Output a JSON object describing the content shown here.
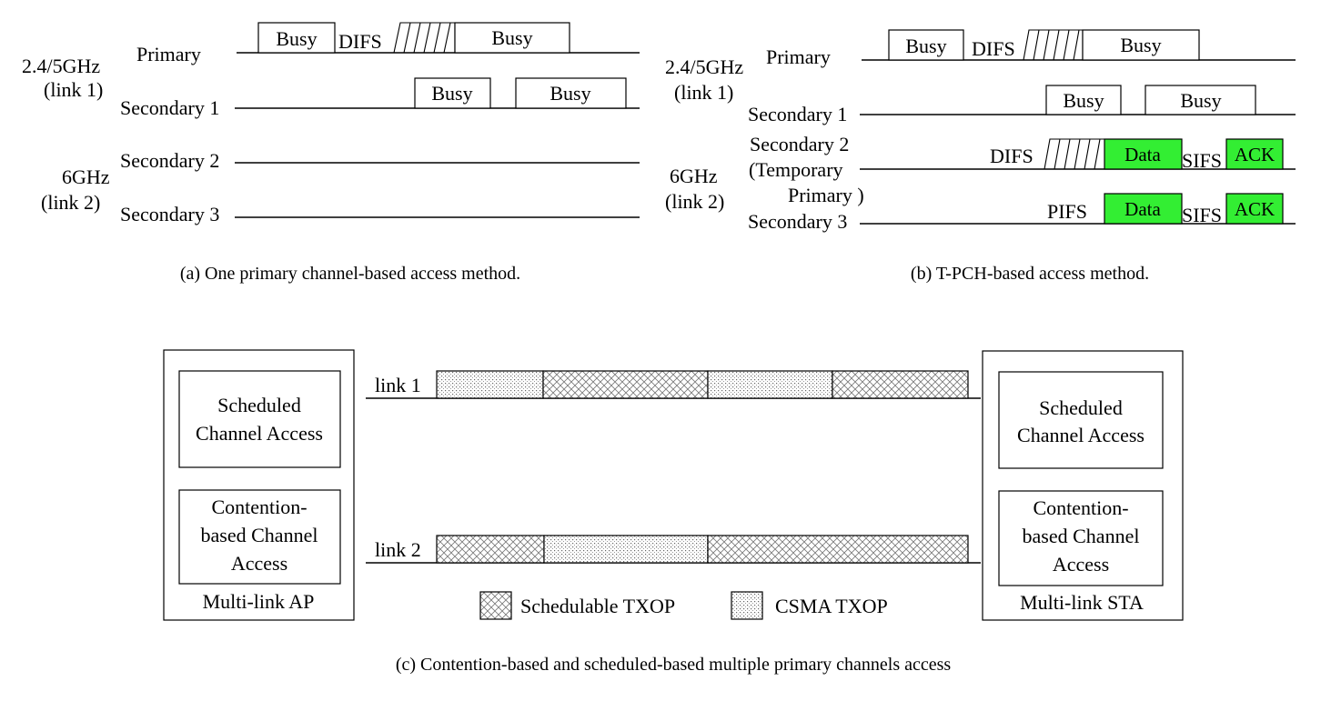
{
  "panel_a": {
    "band1_label_1": "2.4/5GHz",
    "band1_label_2": "(link 1)",
    "band2_label_1": "6GHz",
    "band2_label_2": "(link 2)",
    "row_primary": "Primary",
    "row_secondary1": "Secondary 1",
    "row_secondary2": "Secondary 2",
    "row_secondary3": "Secondary 3",
    "busy": "Busy",
    "difs": "DIFS",
    "caption": "(a) One primary channel-based access method."
  },
  "panel_b": {
    "band1_label_1": "2.4/5GHz",
    "band1_label_2": "(link 1)",
    "band2_label_1": "6GHz",
    "band2_label_2": "(link 2)",
    "row_primary": "Primary",
    "row_secondary1": "Secondary 1",
    "row_secondary2_1": "Secondary 2",
    "row_secondary2_2": "(Temporary",
    "row_secondary2_3": "Primary )",
    "row_secondary3": "Secondary 3",
    "busy": "Busy",
    "difs": "DIFS",
    "pifs": "PIFS",
    "data": "Data",
    "sifs": "SIFS",
    "ack": "ACK",
    "data_color": "#33ee33",
    "caption": "(b) T-PCH-based access method."
  },
  "panel_c": {
    "ap_scheduled_1": "Scheduled",
    "ap_scheduled_2": "Channel Access",
    "ap_contention_1": "Contention-",
    "ap_contention_2": "based Channel",
    "ap_contention_3": "Access",
    "ap_title": "Multi-link  AP",
    "sta_scheduled_1": "Scheduled",
    "sta_scheduled_2": "Channel Access",
    "sta_contention_1": "Contention-",
    "sta_contention_2": "based Channel",
    "sta_contention_3": "Access",
    "sta_title": "Multi-link STA",
    "link1": "link 1",
    "link2": "link 2",
    "link1_segments": [
      "csma",
      "schedulable",
      "csma",
      "schedulable"
    ],
    "link2_segments": [
      "schedulable",
      "csma",
      "schedulable"
    ],
    "legend_schedulable": "Schedulable TXOP",
    "legend_csma": "CSMA TXOP",
    "caption": "(c) Contention-based and scheduled-based multiple primary channels access"
  }
}
